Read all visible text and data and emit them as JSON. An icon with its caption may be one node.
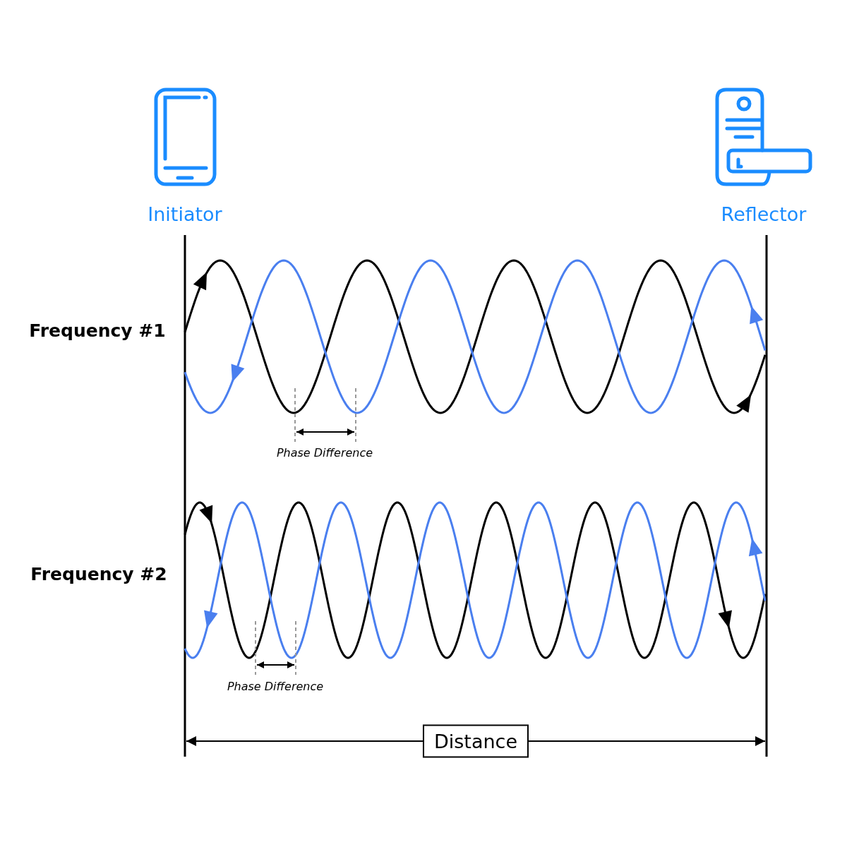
{
  "diagram": {
    "nodes": [
      {
        "text": [
          "Distance"
        ]
      }
    ],
    "labels": [
      "Initiator",
      "Reflector",
      "Frequency #1",
      "Phase Difference",
      "Frequency #2",
      "Phase Difference"
    ]
  }
}
